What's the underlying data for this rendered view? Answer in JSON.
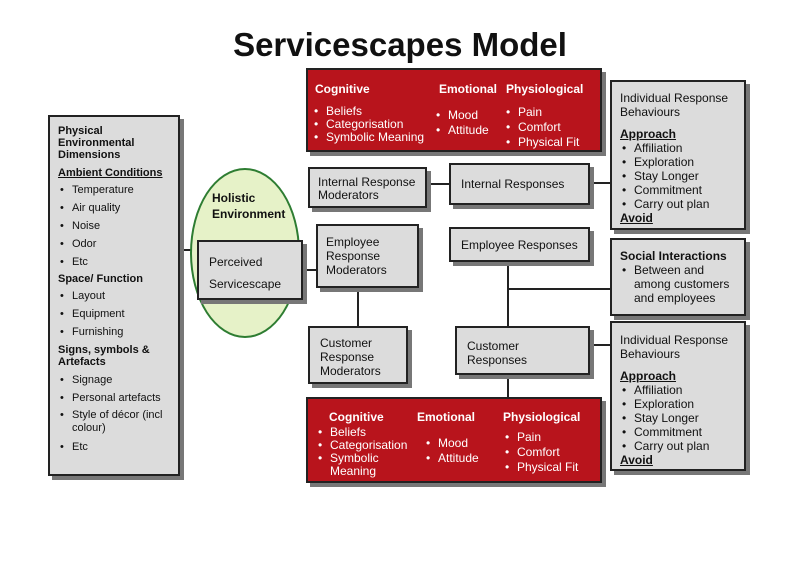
{
  "title": "Servicescapes Model",
  "left_panel": {
    "heading": "Physical Environmental Dimensions",
    "sections": [
      {
        "heading": "Ambient Conditions",
        "items": [
          "Temperature",
          "Air quality",
          "Noise",
          "Odor",
          "Etc"
        ]
      },
      {
        "heading": "Space/ Function",
        "items": [
          "Layout",
          "Equipment",
          "Furnishing"
        ]
      },
      {
        "heading": "Signs, symbols & Artefacts",
        "items": [
          "Signage",
          "Personal artefacts",
          "Style of décor (incl colour)",
          "Etc"
        ]
      }
    ]
  },
  "holistic": {
    "heading": "Holistic Environment",
    "perceived_line1": "Perceived",
    "perceived_line2": "Servicescape"
  },
  "internal_moderators": "Internal Response Moderators",
  "employee_moderators": "Employee Response Moderators",
  "customer_moderators": "Customer Response Moderators",
  "internal_responses": "Internal Responses",
  "employee_responses": "Employee Responses",
  "customer_responses": "Customer Responses",
  "top_red": {
    "cognitive": {
      "heading": "Cognitive",
      "items": [
        "Beliefs",
        "Categorisation",
        "Symbolic Meaning"
      ]
    },
    "emotional": {
      "heading": "Emotional",
      "items": [
        "Mood",
        "Attitude"
      ]
    },
    "physiological": {
      "heading": "Physiological",
      "items": [
        "Pain",
        "Comfort",
        "Physical Fit"
      ]
    }
  },
  "bottom_red": {
    "cognitive": {
      "heading": "Cognitive",
      "items": [
        "Beliefs",
        "Categorisation",
        "Symbolic Meaning"
      ]
    },
    "emotional": {
      "heading": "Emotional",
      "items": [
        "Mood",
        "Attitude"
      ]
    },
    "physiological": {
      "heading": "Physiological",
      "items": [
        "Pain",
        "Comfort",
        "Physical Fit"
      ]
    }
  },
  "right_top": {
    "heading": "Individual Response Behaviours",
    "approach": "Approach",
    "items": [
      "Affiliation",
      "Exploration",
      "Stay Longer",
      "Commitment",
      "Carry out plan"
    ],
    "avoid": "Avoid"
  },
  "right_middle": {
    "heading": "Social Interactions",
    "items": [
      "Between and among customers and employees"
    ]
  },
  "right_bottom": {
    "heading": "Individual Response Behaviours",
    "approach": "Approach",
    "items": [
      "Affiliation",
      "Exploration",
      "Stay Longer",
      "Commitment",
      "Carry out plan"
    ],
    "avoid": "Avoid"
  },
  "colors": {
    "red": "#b8141c",
    "box": "#dcdcdc",
    "ellipse": "#e6f2c8",
    "ellipse_border": "#2e7d32"
  }
}
